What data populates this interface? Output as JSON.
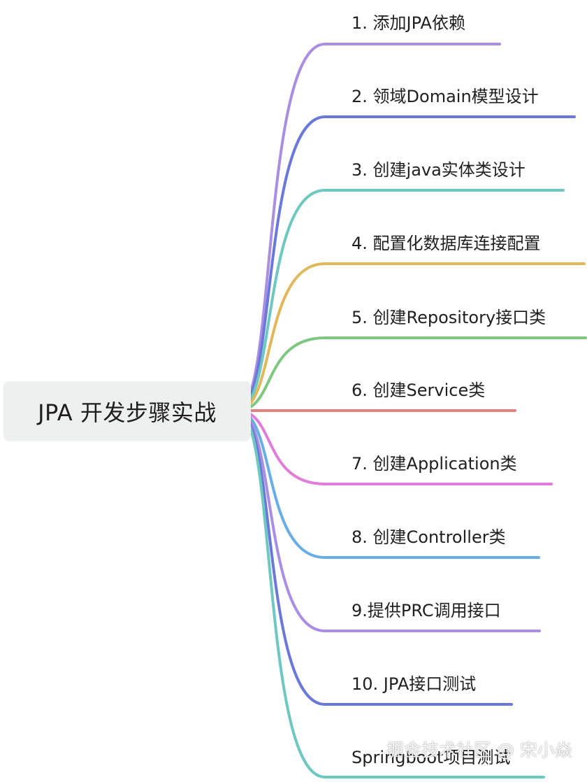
{
  "root": {
    "label": "JPA 开发步骤实战"
  },
  "branches": [
    {
      "label": "1. 添加JPA依赖",
      "color": "#a98ee3"
    },
    {
      "label": "2. 领域Domain模型设计",
      "color": "#6a78d9"
    },
    {
      "label": "3. 创建java实体类设计",
      "color": "#6cc8c0"
    },
    {
      "label": "4. 配置化数据库连接配置",
      "color": "#e2b75a"
    },
    {
      "label": "5. 创建Repository接口类",
      "color": "#7ec77f"
    },
    {
      "label": "6. 创建Service类",
      "color": "#e38080"
    },
    {
      "label": "7. 创建Application类",
      "color": "#e07ddb"
    },
    {
      "label": "8. 创建Controller类",
      "color": "#68aee6"
    },
    {
      "label": "9.提供PRC调用接口",
      "color": "#a98ee3"
    },
    {
      "label": "10. JPA接口测试",
      "color": "#6a78d9"
    },
    {
      "label": "Springboot项目测试",
      "color": "#6cc8c0"
    }
  ],
  "watermark": {
    "text": "掘金技术社区 @ 宋小焱"
  }
}
